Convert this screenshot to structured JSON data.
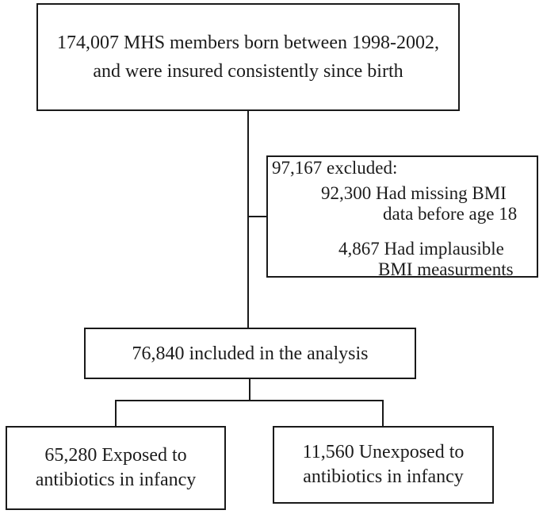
{
  "colors": {
    "box_border": "#1a1a1a",
    "connector_line": "#1a1a1a",
    "text": "#1c1c1c",
    "background": "#ffffff"
  },
  "diagram": {
    "type": "study-flow-diagram",
    "boxes": {
      "population": {
        "line1": "174,007 MHS members born between 1998-2002,",
        "line2": "and were insured consistently since birth"
      },
      "excluded": {
        "header": "97,167 excluded:",
        "item1_line1": "92,300 Had missing BMI",
        "item1_line2": "data before age 18",
        "item2_line1": "4,867 Had implausible",
        "item2_line2": "BMI measurments"
      },
      "included": {
        "text": "76,840 included in the analysis"
      },
      "exposed": {
        "line1": "65,280 Exposed to",
        "line2": "antibiotics in infancy"
      },
      "unexposed": {
        "line1": "11,560 Unexposed to",
        "line2": "antibiotics in infancy"
      }
    }
  }
}
